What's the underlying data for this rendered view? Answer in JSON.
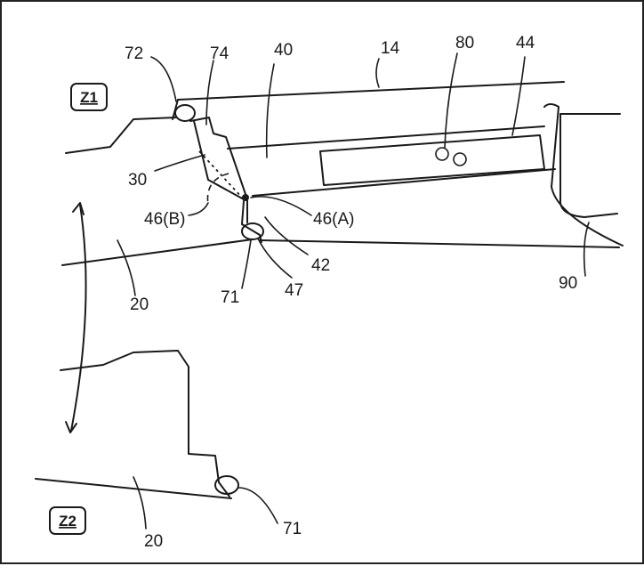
{
  "zones": {
    "z1": "Z1",
    "z2": "Z2"
  },
  "labels": {
    "l14": "14",
    "l20_top": "20",
    "l20_bottom": "20",
    "l30": "30",
    "l40": "40",
    "l42": "42",
    "l44": "44",
    "l46a": "46(A)",
    "l46b": "46(B)",
    "l47": "47",
    "l71_top": "71",
    "l71_bottom": "71",
    "l72": "72",
    "l74": "74",
    "l80": "80",
    "l90": "90"
  }
}
